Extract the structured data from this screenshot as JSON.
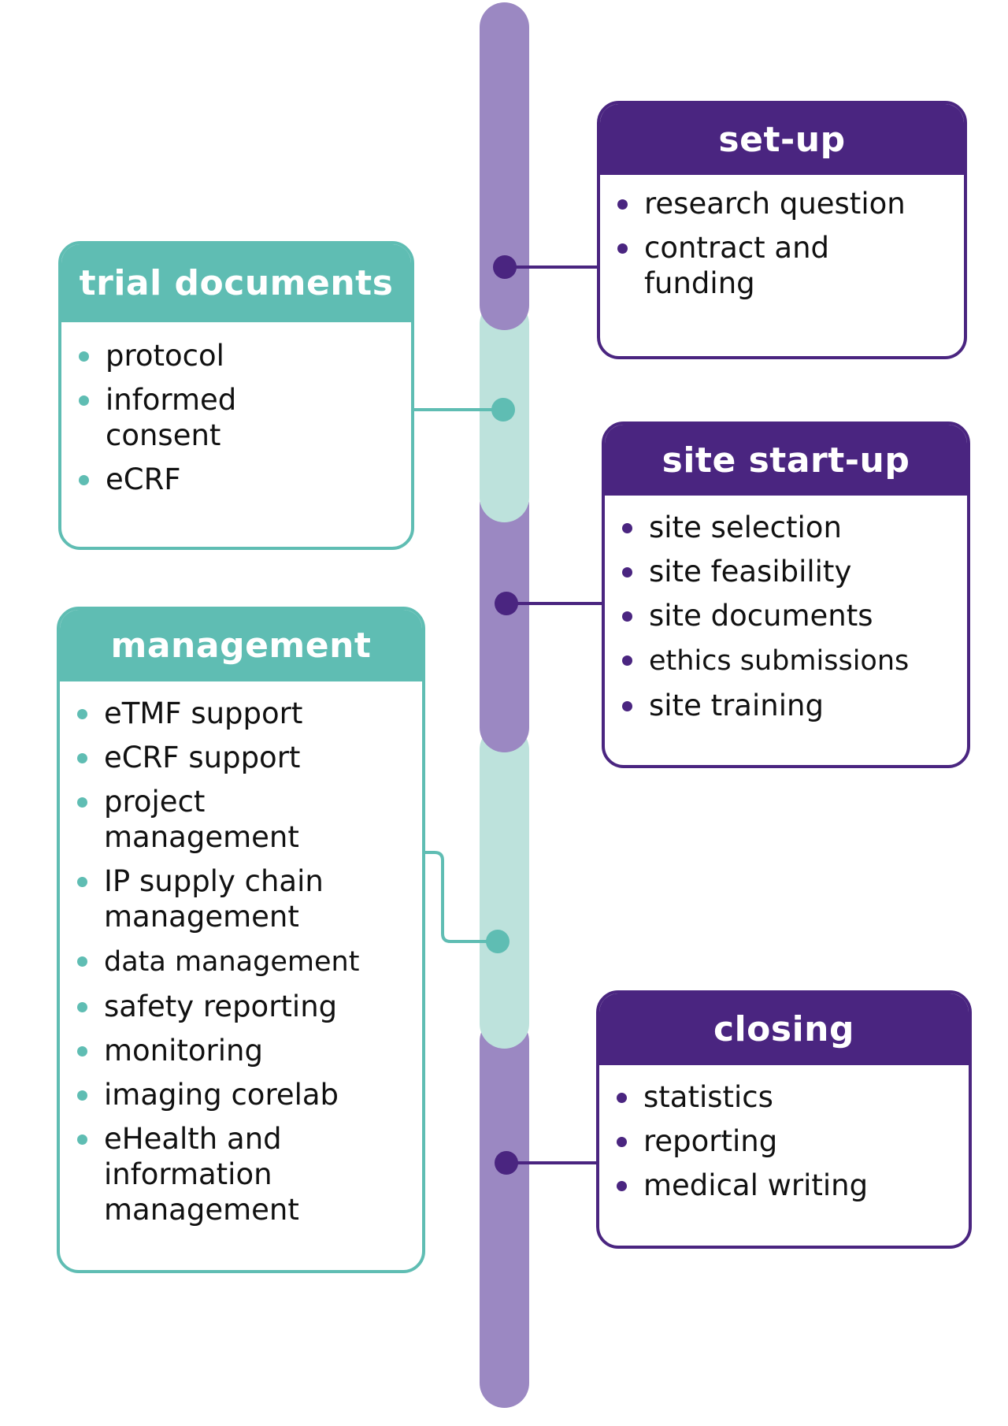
{
  "colors": {
    "dark_purple": "#4a2580",
    "light_purple": "#9b88c2",
    "teal": "#5fbdb3",
    "light_teal": "#bde2dc"
  },
  "cards": {
    "setup": {
      "title": "set-up",
      "items": [
        "research question",
        "contract and funding"
      ]
    },
    "trial_documents": {
      "title": "trial documents",
      "items": [
        "protocol",
        "informed consent",
        "eCRF"
      ]
    },
    "site_startup": {
      "title": "site start-up",
      "items": [
        "site selection",
        "site feasibility",
        "site documents",
        "ethics submissions",
        "site training"
      ]
    },
    "management": {
      "title": "management",
      "items": [
        "eTMF support",
        "eCRF support",
        "project management",
        "IP supply chain management",
        "data management",
        "safety reporting",
        "monitoring",
        "imaging corelab",
        "eHealth and information management"
      ]
    },
    "closing": {
      "title": "closing",
      "items": [
        "statistics",
        "reporting",
        "medical writing"
      ]
    }
  }
}
